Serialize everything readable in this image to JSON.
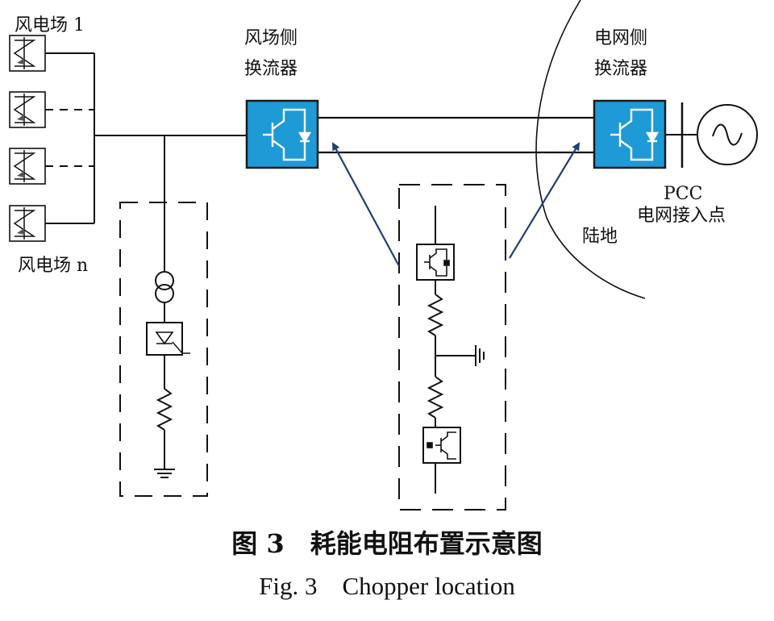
{
  "labels": {
    "wind_farm_1": "风电场 1",
    "wind_farm_n": "风电场 n",
    "farm_converter_l1": "风场侧",
    "farm_converter_l2": "换流器",
    "grid_converter_l1": "电网侧",
    "grid_converter_l2": "换流器",
    "pcc_l1": "PCC",
    "pcc_l2": "电网接入点",
    "land": "陆地"
  },
  "caption": {
    "cn": "图 3　耗能电阻布置示意图",
    "en": "Fig. 3　Chopper location"
  },
  "colors": {
    "converter_fill": "#1e9ad6",
    "converter_border": "#1a1a1a",
    "arrow": "#1f3f73",
    "line": "#111111"
  }
}
